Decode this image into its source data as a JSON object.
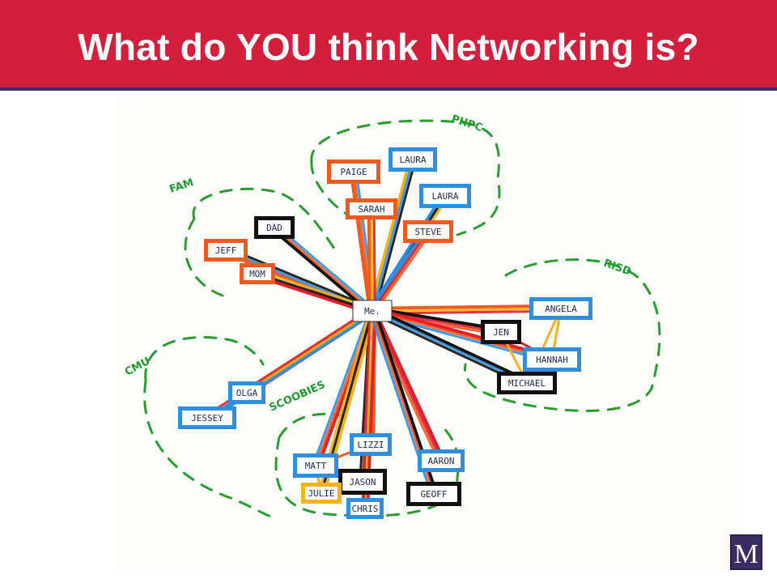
{
  "slide": {
    "title": "What do YOU think Networking is?"
  },
  "colors": {
    "title_bar": "#d41f3c",
    "title_underline": "#3a2d63",
    "red": "#e1202c",
    "orange": "#f05a1e",
    "blue": "#2f8fde",
    "black": "#111111",
    "yellow": "#f7b11c",
    "green": "#2a9d2f"
  },
  "diagram": {
    "center": {
      "label": "Me."
    },
    "groups": [
      {
        "id": "php",
        "label": "PHPC"
      },
      {
        "id": "fam",
        "label": "FAM"
      },
      {
        "id": "risd",
        "label": "RISD"
      },
      {
        "id": "cmu",
        "label": "CMU"
      },
      {
        "id": "scoobies",
        "label": "SCOOBIES"
      }
    ],
    "nodes": [
      {
        "id": "paige",
        "label": "PAIGE",
        "group": "php",
        "border": "orange",
        "line": "orange"
      },
      {
        "id": "laura1",
        "label": "LAURA",
        "group": "php",
        "border": "blue",
        "line": "yellow"
      },
      {
        "id": "laura2",
        "label": "LAURA",
        "group": "php",
        "border": "blue",
        "line": "blue"
      },
      {
        "id": "sarah",
        "label": "SARAH",
        "group": "php",
        "border": "orange",
        "line": "orange"
      },
      {
        "id": "steve",
        "label": "STEVE",
        "group": "php",
        "border": "orange",
        "line": "blue"
      },
      {
        "id": "dad",
        "label": "DAD",
        "group": "fam",
        "border": "black",
        "line": "black"
      },
      {
        "id": "jeff",
        "label": "JEFF",
        "group": "fam",
        "border": "orange",
        "line": "orange"
      },
      {
        "id": "mom",
        "label": "MOM",
        "group": "fam",
        "border": "orange",
        "line": "red"
      },
      {
        "id": "angela",
        "label": "ANGELA",
        "group": "risd",
        "border": "blue",
        "line": "orange"
      },
      {
        "id": "jen",
        "label": "JEN",
        "group": "risd",
        "border": "black",
        "line": "black"
      },
      {
        "id": "hannah",
        "label": "HANNAH",
        "group": "risd",
        "border": "blue",
        "line": "red"
      },
      {
        "id": "michael",
        "label": "MICHAEL",
        "group": "risd",
        "border": "black",
        "line": "black"
      },
      {
        "id": "olga",
        "label": "OLGA",
        "group": "cmu",
        "border": "blue",
        "line": "red"
      },
      {
        "id": "jessey",
        "label": "JESSEY",
        "group": "cmu",
        "border": "blue",
        "line": "blue"
      },
      {
        "id": "lizzi",
        "label": "LIZZI",
        "group": "scoobies",
        "border": "blue",
        "line": "orange"
      },
      {
        "id": "matt",
        "label": "MATT",
        "group": "scoobies",
        "border": "blue",
        "line": "red"
      },
      {
        "id": "jason",
        "label": "JASON",
        "group": "scoobies",
        "border": "black",
        "line": "black"
      },
      {
        "id": "julie",
        "label": "JULIE",
        "group": "scoobies",
        "border": "yellow",
        "line": "yellow"
      },
      {
        "id": "chris",
        "label": "CHRIS",
        "group": "scoobies",
        "border": "blue",
        "line": "red"
      },
      {
        "id": "aaron",
        "label": "AARON",
        "group": "scoobies",
        "border": "blue",
        "line": "red"
      },
      {
        "id": "geoff",
        "label": "GEOFF",
        "group": "scoobies",
        "border": "black",
        "line": "black"
      }
    ]
  },
  "logo": {
    "letter": "M",
    "icon": "m-monogram-icon"
  }
}
